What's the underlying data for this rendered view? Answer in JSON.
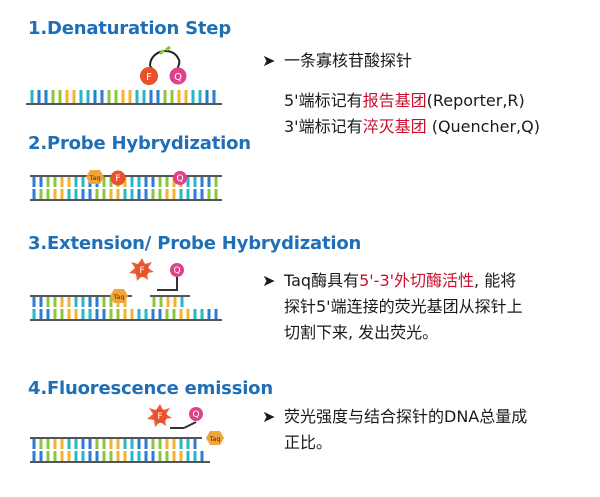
{
  "steps": [
    {
      "title": "1.Denaturation Step"
    },
    {
      "title": "2.Probe Hybrydization"
    },
    {
      "title": "3.Extension/ Probe Hybrydization"
    },
    {
      "title": "4.Fluorescence emission"
    }
  ],
  "labels": {
    "f": "F",
    "q": "Q",
    "taq": "Taq"
  },
  "desc1": {
    "arrow": "➤",
    "line1": "一条寡核苷酸探针",
    "line2_pre": "5'端标记有",
    "line2_hl": "报告基团",
    "line2_post": "(Reporter,R)",
    "line3_pre": "3'端标记有",
    "line3_hl": "淬灭基团",
    "line3_post": " (Quencher,Q)"
  },
  "desc3": {
    "arrow": "➤",
    "line1_pre": "Taq酶具有",
    "line1_hl": "5'-3'外切酶活性",
    "line1_post": ", 能将",
    "line2": "探针5'端连接的荧光基团从探针上",
    "line3": "切割下来, 发出荧光。"
  },
  "desc4": {
    "arrow": "➤",
    "line1": "荧光强度与结合探针的DNA总量成",
    "line2": "正比。"
  },
  "colors": {
    "title": "#1f6fb6",
    "highlight": "#c8102e",
    "base_palette": [
      "#29b6c6",
      "#f2b430",
      "#8cc63f",
      "#2a7dd1"
    ],
    "fluor": "#e8512a",
    "quencher": "#e0428a",
    "taq": "#f0a43a"
  }
}
